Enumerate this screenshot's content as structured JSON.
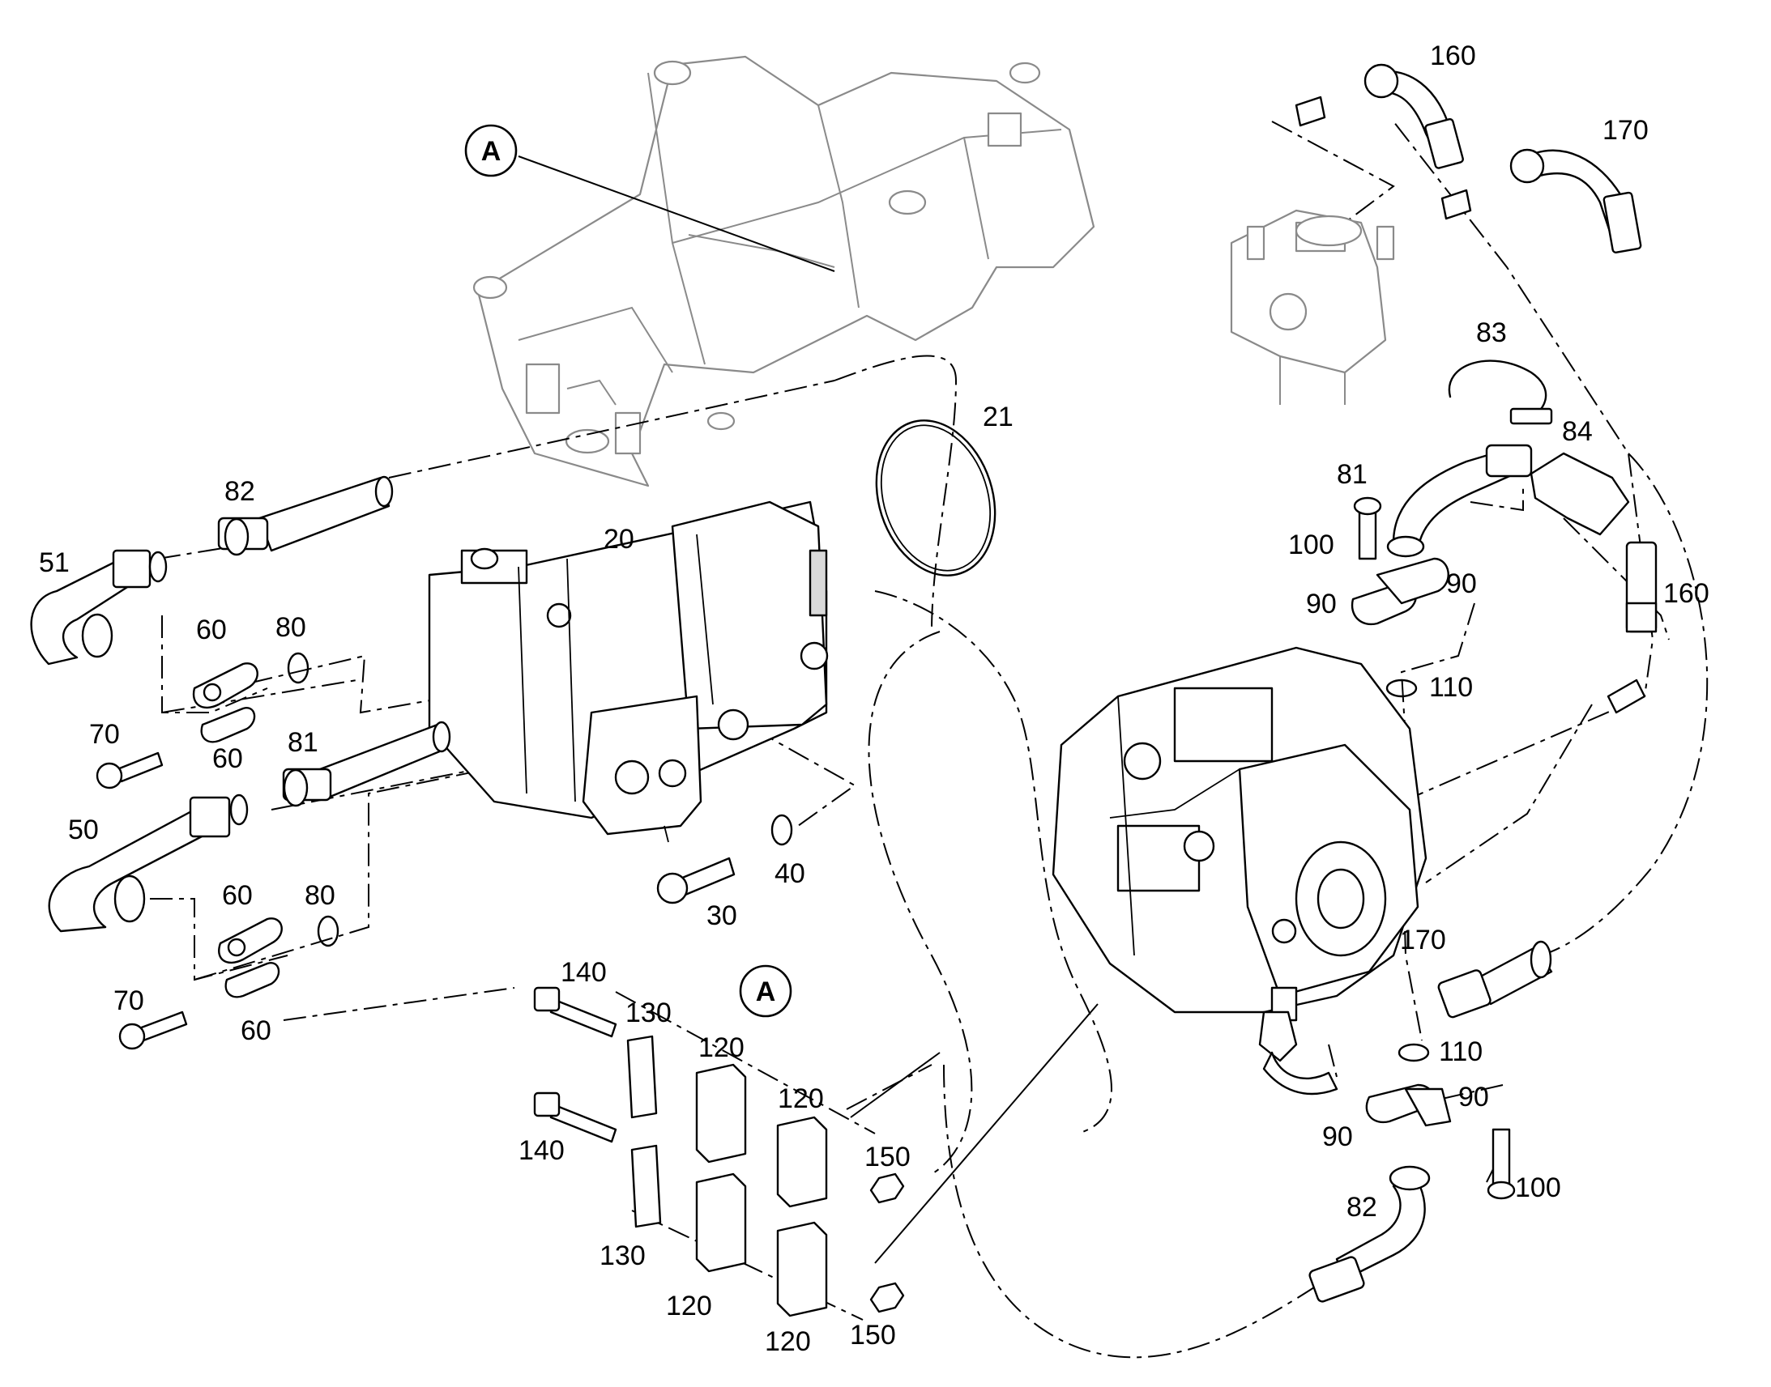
{
  "diagram": {
    "reference_marker": "A",
    "callouts": [
      {
        "id": "c160a",
        "text": "160"
      },
      {
        "id": "c170a",
        "text": "170"
      },
      {
        "id": "c83",
        "text": "83"
      },
      {
        "id": "c84",
        "text": "84"
      },
      {
        "id": "c21",
        "text": "21"
      },
      {
        "id": "c82a",
        "text": "82"
      },
      {
        "id": "c51",
        "text": "51"
      },
      {
        "id": "c20",
        "text": "20"
      },
      {
        "id": "c81a",
        "text": "81"
      },
      {
        "id": "c100a",
        "text": "100"
      },
      {
        "id": "c90a",
        "text": "90"
      },
      {
        "id": "c90b",
        "text": "90"
      },
      {
        "id": "c160b",
        "text": "160"
      },
      {
        "id": "c60a",
        "text": "60"
      },
      {
        "id": "c80a",
        "text": "80"
      },
      {
        "id": "c110a",
        "text": "110"
      },
      {
        "id": "c70a",
        "text": "70"
      },
      {
        "id": "c60b",
        "text": "60"
      },
      {
        "id": "c81b",
        "text": "81"
      },
      {
        "id": "c50",
        "text": "50"
      },
      {
        "id": "c40",
        "text": "40"
      },
      {
        "id": "c30",
        "text": "30"
      },
      {
        "id": "c60c",
        "text": "60"
      },
      {
        "id": "c80b",
        "text": "80"
      },
      {
        "id": "c170b",
        "text": "170"
      },
      {
        "id": "c70b",
        "text": "70"
      },
      {
        "id": "c60d",
        "text": "60"
      },
      {
        "id": "c140a",
        "text": "140"
      },
      {
        "id": "c130a",
        "text": "130"
      },
      {
        "id": "c120a",
        "text": "120"
      },
      {
        "id": "c120b",
        "text": "120"
      },
      {
        "id": "c110b",
        "text": "110"
      },
      {
        "id": "c90c",
        "text": "90"
      },
      {
        "id": "c90d",
        "text": "90"
      },
      {
        "id": "c140b",
        "text": "140"
      },
      {
        "id": "c150a",
        "text": "150"
      },
      {
        "id": "c100b",
        "text": "100"
      },
      {
        "id": "c82b",
        "text": "82"
      },
      {
        "id": "c130b",
        "text": "130"
      },
      {
        "id": "c120c",
        "text": "120"
      },
      {
        "id": "c150b",
        "text": "150"
      },
      {
        "id": "c120d",
        "text": "120"
      }
    ]
  }
}
